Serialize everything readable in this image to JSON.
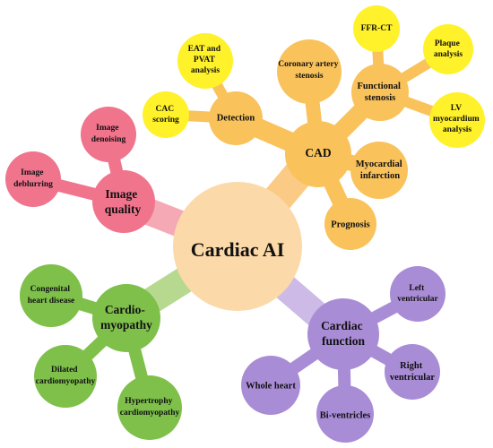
{
  "center": {
    "label": "Cardiac AI",
    "color": "#FCD9A8"
  },
  "branches": {
    "cad": {
      "label": "CAD",
      "color": "#F9C25B",
      "detection": {
        "label": "Detection",
        "leaves": {
          "eat": "EAT and PVAT analysis",
          "cac": "CAC scoring"
        },
        "leaf_color": "#FFF12A"
      },
      "coronary": "Coronary artery stenosis",
      "functional": {
        "label": "Functional stenosis",
        "leaves": {
          "ffr": "FFR-CT",
          "plaque": "Plaque analysis",
          "lv": "LV myocardium analysis"
        },
        "leaf_color": "#FFF12A"
      },
      "myocardial": "Myocardial infarction",
      "prognosis": "Prognosis"
    },
    "image_quality": {
      "label": "Image quality",
      "color": "#F0748C",
      "leaves": {
        "denoising": "Image denoising",
        "deblurring": "Image deblurring"
      }
    },
    "cardiomyopathy": {
      "label": "Cardio-myopathy",
      "color": "#7EC04A",
      "leaves": {
        "congenital": "Congenital heart disease",
        "dilated": "Dilated cardiomyopathy",
        "hypertrophy": "Hypertrophy cardiomyopathy"
      }
    },
    "cardiac_function": {
      "label": "Cardiac function",
      "color": "#A98CD6",
      "leaves": {
        "left": "Left ventricular",
        "right": "Right ventricular",
        "bi": "Bi-ventricles",
        "whole": "Whole heart"
      }
    }
  }
}
